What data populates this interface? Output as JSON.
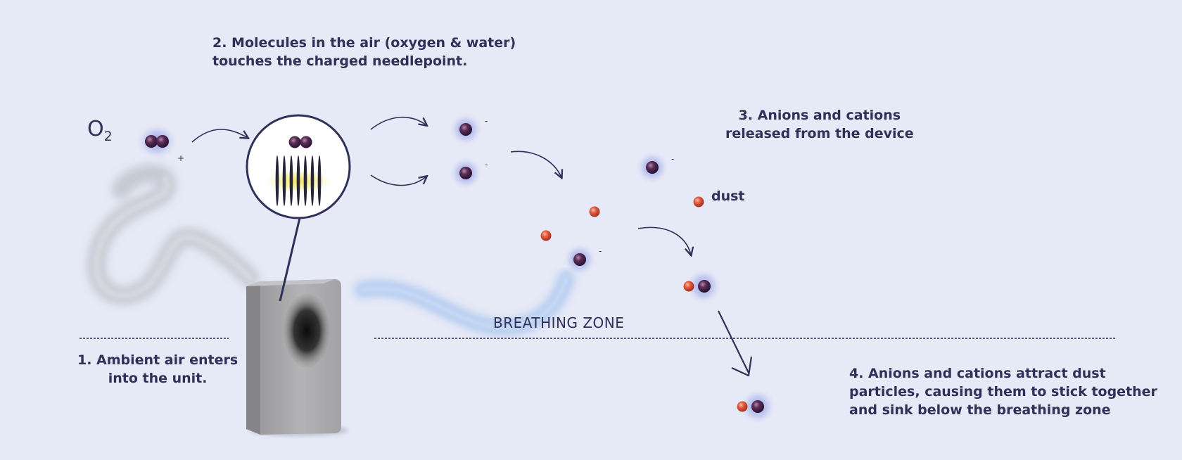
{
  "labels": {
    "step1": "1. Ambient air enters\ninto the unit.",
    "step2": "2. Molecules in the air (oxygen & water)\n touches the charged needlepoint.",
    "step3": "3. Anions and cations\nreleased from the device",
    "step4": "4. Anions and cations attract dust\nparticles, causing them to stick together\nand sink below the breathing zone",
    "breathing_zone": "BREATHING ZONE",
    "dust": "dust",
    "o2_main": "O",
    "o2_sub": "2"
  },
  "charges": {
    "plus": "+",
    "minus": "-"
  },
  "colors": {
    "background": "#e6e9f6",
    "text": "#2f3158",
    "ion": "#4a2548",
    "ion_glow": "#6e7fe0",
    "dust": "#d9553a",
    "device": "#a9a9ab"
  }
}
